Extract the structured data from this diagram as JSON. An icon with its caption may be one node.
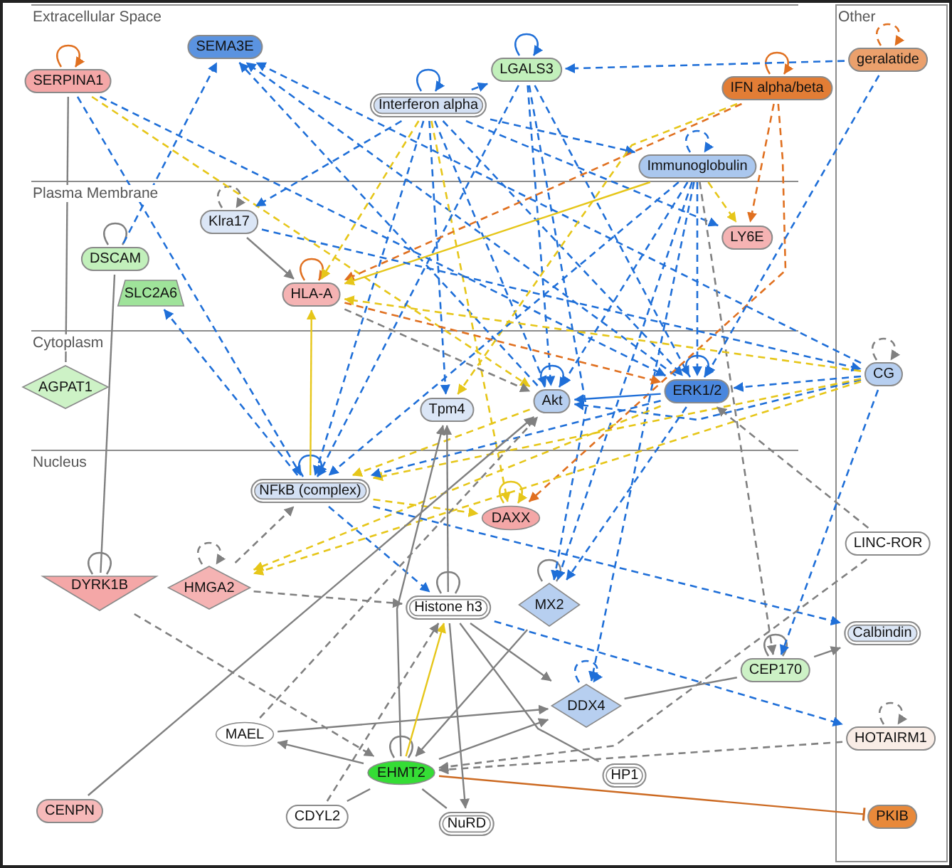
{
  "diagram": {
    "nodes": [
      {
        "text": [
          "Extracellular Space"
        ]
      },
      {
        "text": [
          "Plasma Membrane"
        ]
      },
      {
        "text": [
          "Cytoplasm"
        ]
      },
      {
        "text": [
          "Nucleus"
        ]
      },
      {
        "text": [
          "Other"
        ]
      },
      {
        "text": [
          "SERPINA1"
        ],
        "in": 0
      },
      {
        "text": [
          "SEMA3E"
        ],
        "in": 0
      },
      {
        "text": [
          "Interferon alpha"
        ],
        "in": 0
      },
      {
        "text": [
          "LGALS3"
        ],
        "in": 0
      },
      {
        "text": [
          "IFN alpha/beta"
        ],
        "in": 0
      },
      {
        "text": [
          "Immunoglobulin"
        ],
        "in": 0
      },
      {
        "text": [
          "geralatide"
        ],
        "in": 4
      },
      {
        "text": [
          "Klra17"
        ],
        "in": 1
      },
      {
        "text": [
          "DSCAM"
        ],
        "in": 1
      },
      {
        "text": [
          "SLC2A6"
        ],
        "in": 1
      },
      {
        "text": [
          "HLA-A"
        ],
        "in": 1
      },
      {
        "text": [
          "LY6E"
        ],
        "in": 1
      },
      {
        "text": [
          "AGPAT1"
        ],
        "in": 2
      },
      {
        "text": [
          "Tpm4"
        ],
        "in": 2
      },
      {
        "text": [
          "Akt"
        ],
        "in": 2
      },
      {
        "text": [
          "ERK1/2"
        ],
        "in": 2
      },
      {
        "text": [
          "CG"
        ],
        "in": 4
      },
      {
        "text": [
          "NFkB (complex)"
        ],
        "in": 3
      },
      {
        "text": [
          "DAXX"
        ],
        "in": 3
      },
      {
        "text": [
          "HMGA2"
        ],
        "in": 3
      },
      {
        "text": [
          "DYRK1B"
        ],
        "in": 3
      },
      {
        "text": [
          "Histone h3"
        ],
        "in": 3
      },
      {
        "text": [
          "MX2"
        ],
        "in": 3
      },
      {
        "text": [
          "LINC-ROR"
        ],
        "in": 4
      },
      {
        "text": [
          "Calbindin"
        ],
        "in": 4
      },
      {
        "text": [
          "CEP170"
        ],
        "in": 3
      },
      {
        "text": [
          "DDX4"
        ],
        "in": 3
      },
      {
        "text": [
          "HOTAIRM1"
        ],
        "in": 4
      },
      {
        "text": [
          "MAEL"
        ],
        "in": 3
      },
      {
        "text": [
          "EHMT2"
        ],
        "in": 3
      },
      {
        "text": [
          "HP1"
        ],
        "in": 3
      },
      {
        "text": [
          "PKIB"
        ],
        "in": 4
      },
      {
        "text": [
          "CENPN"
        ],
        "in": 3
      },
      {
        "text": [
          "CDYL2"
        ],
        "in": 3
      },
      {
        "text": [
          "NuRD"
        ],
        "in": 3
      }
    ],
    "edges": [
      {
        "from": 5,
        "to": 5,
        "arrow": "to",
        "color": "#e07020"
      },
      {
        "from": 7,
        "to": 7,
        "arrow": "to"
      },
      {
        "from": 8,
        "to": 8,
        "arrow": "to"
      },
      {
        "from": 9,
        "to": 9,
        "arrow": "to",
        "color": "#e07020"
      },
      {
        "from": 10,
        "to": 10,
        "arrow": "to",
        "style": "dashed"
      },
      {
        "from": 11,
        "to": 11,
        "arrow": "to",
        "style": "dashed",
        "color": "#e07020"
      },
      {
        "from": 12,
        "to": 12,
        "arrow": "to",
        "style": "dashed",
        "color": "#808080"
      },
      {
        "from": 13,
        "to": 13,
        "arrow": "none",
        "color": "#808080"
      },
      {
        "from": 15,
        "to": 15,
        "arrow": "to",
        "color": "#e07020"
      },
      {
        "from": 19,
        "to": 19,
        "arrow": "to"
      },
      {
        "from": 20,
        "to": 20,
        "arrow": "to"
      },
      {
        "from": 21,
        "to": 21,
        "arrow": "to",
        "style": "dashed",
        "color": "#808080"
      },
      {
        "from": 22,
        "to": 22,
        "arrow": "to"
      },
      {
        "from": 23,
        "to": 23,
        "arrow": "to",
        "color": "#e6c619"
      },
      {
        "from": 24,
        "to": 24,
        "arrow": "to",
        "style": "dashed",
        "color": "#808080"
      },
      {
        "from": 25,
        "to": 25,
        "arrow": "none",
        "color": "#808080"
      },
      {
        "from": 26,
        "to": 26,
        "arrow": "none",
        "color": "#808080"
      },
      {
        "from": 27,
        "to": 27,
        "arrow": "none",
        "color": "#808080"
      },
      {
        "from": 30,
        "to": 30,
        "arrow": "none",
        "color": "#808080"
      },
      {
        "from": 31,
        "to": 31,
        "arrow": "to",
        "style": "dashed"
      },
      {
        "from": 32,
        "to": 32,
        "arrow": "to",
        "style": "dashed",
        "color": "#808080"
      },
      {
        "from": 34,
        "to": 34,
        "arrow": "none",
        "color": "#808080"
      },
      {
        "from": 5,
        "to": 22,
        "arrow": "to",
        "style": "dashed"
      },
      {
        "from": 5,
        "to": 20,
        "arrow": "to",
        "style": "dashed"
      },
      {
        "from": 5,
        "to": 19,
        "arrow": "to",
        "style": "dashed",
        "color": "#e6c619"
      },
      {
        "from": 5,
        "to": 17,
        "arrow": "none",
        "color": "#808080"
      },
      {
        "from": 13,
        "to": 6,
        "arrow": "to",
        "style": "dashed"
      },
      {
        "from": 13,
        "to": 25,
        "arrow": "none",
        "color": "#808080"
      },
      {
        "from": 20,
        "to": 6,
        "arrow": "to",
        "style": "dashed"
      },
      {
        "from": 19,
        "to": 6,
        "arrow": "to",
        "style": "dashed"
      },
      {
        "from": 21,
        "to": 6,
        "arrow": "to",
        "style": "dashed"
      },
      {
        "from": 7,
        "to": 10,
        "arrow": "to",
        "style": "dashed"
      },
      {
        "from": 7,
        "to": 12,
        "arrow": "to",
        "style": "dashed"
      },
      {
        "from": 7,
        "to": 8,
        "arrow": "to",
        "style": "dashed"
      },
      {
        "from": 7,
        "to": 15,
        "arrow": "to",
        "style": "dashed",
        "color": "#e6c619"
      },
      {
        "from": 7,
        "to": 22,
        "arrow": "to",
        "style": "dashed"
      },
      {
        "from": 7,
        "to": 18,
        "arrow": "to",
        "style": "dashed"
      },
      {
        "from": 7,
        "to": 19,
        "arrow": "to",
        "style": "dashed"
      },
      {
        "from": 7,
        "to": 20,
        "arrow": "to",
        "style": "dashed"
      },
      {
        "from": 7,
        "to": 23,
        "arrow": "to",
        "style": "dashed",
        "color": "#e6c619"
      },
      {
        "from": 7,
        "to": 16,
        "arrow": "to",
        "style": "dashed"
      },
      {
        "from": 11,
        "to": 8,
        "arrow": "to",
        "style": "dashed"
      },
      {
        "from": 8,
        "to": 19,
        "arrow": "to",
        "style": "dashed"
      },
      {
        "from": 8,
        "to": 20,
        "arrow": "to",
        "style": "dashed"
      },
      {
        "from": 8,
        "to": 22,
        "arrow": "to",
        "style": "dashed"
      },
      {
        "from": 8,
        "to": 27,
        "arrow": "to",
        "style": "dashed"
      },
      {
        "from": 10,
        "to": 31,
        "arrow": "to",
        "style": "dashed"
      },
      {
        "from": 9,
        "to": 15,
        "arrow": "to",
        "style": "dashed",
        "color": "#e07020"
      },
      {
        "from": 9,
        "to": 16,
        "arrow": "to",
        "style": "dashed",
        "color": "#e07020"
      },
      {
        "from": 9,
        "to": 23,
        "arrow": "to",
        "style": "dashed",
        "color": "#e07020"
      },
      {
        "from": 9,
        "to": 18,
        "arrow": "to",
        "style": "dashed",
        "color": "#e6c619"
      },
      {
        "from": 10,
        "to": 16,
        "arrow": "to",
        "style": "dashed",
        "color": "#e6c619"
      },
      {
        "from": 10,
        "to": 15,
        "arrow": "to",
        "color": "#e6c619"
      },
      {
        "from": 10,
        "to": 20,
        "arrow": "to",
        "style": "dashed"
      },
      {
        "from": 10,
        "to": 19,
        "arrow": "to",
        "style": "dashed"
      },
      {
        "from": 10,
        "to": 27,
        "arrow": "to",
        "style": "dashed"
      },
      {
        "from": 10,
        "to": 22,
        "arrow": "to",
        "style": "dashed"
      },
      {
        "from": 10,
        "to": 30,
        "arrow": "to",
        "style": "dashed",
        "color": "#808080"
      },
      {
        "from": 11,
        "to": 20,
        "arrow": "to",
        "style": "dashed"
      },
      {
        "from": 12,
        "to": 15,
        "arrow": "to",
        "color": "#808080"
      },
      {
        "from": 15,
        "to": 20,
        "arrow": "to",
        "style": "dashed",
        "color": "#e07020"
      },
      {
        "from": 15,
        "to": 19,
        "arrow": "to",
        "style": "dashed",
        "color": "#808080"
      },
      {
        "from": 12,
        "to": 21,
        "arrow": "to",
        "style": "dashed"
      },
      {
        "from": 21,
        "to": 19,
        "arrow": "to",
        "style": "dashed"
      },
      {
        "from": 21,
        "to": 20,
        "arrow": "to",
        "style": "dashed"
      },
      {
        "from": 21,
        "to": 15,
        "arrow": "to",
        "style": "dashed",
        "color": "#e6c619"
      },
      {
        "from": 21,
        "to": 22,
        "arrow": "to",
        "style": "dashed",
        "color": "#e6c619"
      },
      {
        "from": 21,
        "to": 24,
        "arrow": "to",
        "style": "dashed",
        "color": "#e6c619"
      },
      {
        "from": 21,
        "to": 30,
        "arrow": "to",
        "style": "dashed"
      },
      {
        "from": 20,
        "to": 19,
        "arrow": "to"
      },
      {
        "from": 20,
        "to": 22,
        "arrow": "to",
        "style": "dashed"
      },
      {
        "from": 20,
        "to": 27,
        "arrow": "to",
        "style": "dashed"
      },
      {
        "from": 20,
        "to": 24,
        "arrow": "to",
        "style": "dashed",
        "color": "#e6c619"
      },
      {
        "from": 19,
        "to": 22,
        "arrow": "to",
        "style": "dashed",
        "color": "#e6c619"
      },
      {
        "from": 22,
        "to": 14,
        "arrow": "to",
        "style": "dashed"
      },
      {
        "from": 22,
        "to": 15,
        "arrow": "to",
        "color": "#e6c619"
      },
      {
        "from": 22,
        "to": 26,
        "arrow": "to",
        "style": "dashed"
      },
      {
        "from": 22,
        "to": 29,
        "arrow": "to",
        "style": "dashed"
      },
      {
        "from": 22,
        "to": 23,
        "arrow": "to",
        "style": "dashed",
        "color": "#e6c619"
      },
      {
        "from": 24,
        "to": 22,
        "arrow": "to",
        "style": "dashed",
        "color": "#808080"
      },
      {
        "from": 24,
        "to": 26,
        "arrow": "to",
        "style": "dashed",
        "color": "#808080"
      },
      {
        "from": 25,
        "to": 34,
        "arrow": "to",
        "style": "dashed",
        "color": "#808080"
      },
      {
        "from": 37,
        "to": 19,
        "arrow": "to",
        "color": "#808080"
      },
      {
        "from": 33,
        "to": 19,
        "arrow": "to",
        "style": "dashed",
        "color": "#808080"
      },
      {
        "from": 33,
        "to": 31,
        "arrow": "to",
        "color": "#808080"
      },
      {
        "from": 34,
        "to": 33,
        "arrow": "to",
        "color": "#808080"
      },
      {
        "from": 34,
        "to": 26,
        "arrow": "to",
        "color": "#e6c619"
      },
      {
        "from": 34,
        "to": 18,
        "arrow": "to",
        "color": "#808080"
      },
      {
        "from": 34,
        "to": 39,
        "arrow": "none",
        "color": "#808080"
      },
      {
        "from": 34,
        "to": 38,
        "arrow": "none",
        "color": "#808080"
      },
      {
        "from": 34,
        "to": 31,
        "arrow": "to",
        "color": "#808080"
      },
      {
        "from": 34,
        "to": 36,
        "arrow": "other",
        "color": "#cc6a22"
      },
      {
        "from": 26,
        "to": 39,
        "arrow": "to",
        "color": "#808080"
      },
      {
        "from": 26,
        "to": 18,
        "arrow": "to",
        "color": "#808080"
      },
      {
        "from": 26,
        "to": 35,
        "arrow": "none",
        "color": "#808080"
      },
      {
        "from": 26,
        "to": 31,
        "arrow": "to",
        "color": "#808080"
      },
      {
        "from": 26,
        "to": 32,
        "arrow": "to",
        "style": "dashed"
      },
      {
        "from": 38,
        "to": 26,
        "arrow": "to",
        "style": "dashed",
        "color": "#808080"
      },
      {
        "from": 27,
        "to": 34,
        "arrow": "to",
        "color": "#808080"
      },
      {
        "from": 31,
        "to": 30,
        "arrow": "none",
        "color": "#808080"
      },
      {
        "from": 30,
        "to": 29,
        "arrow": "to",
        "color": "#808080"
      },
      {
        "from": 28,
        "to": 20,
        "arrow": "to",
        "style": "dashed",
        "color": "#808080"
      },
      {
        "from": 28,
        "to": 34,
        "arrow": "to",
        "style": "dashed",
        "color": "#808080"
      },
      {
        "from": 32,
        "to": 34,
        "arrow": "to",
        "style": "dashed",
        "color": "#808080"
      }
    ]
  }
}
